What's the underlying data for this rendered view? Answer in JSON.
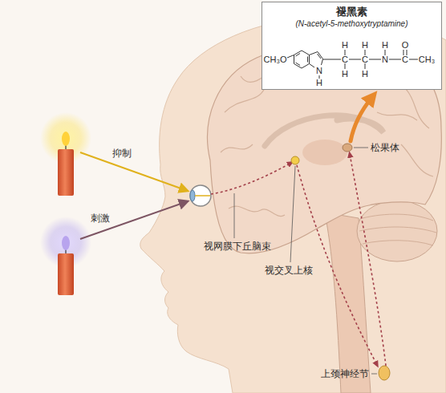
{
  "diagram": {
    "nodes": [
      {
        "text": [
          "褪黑素",
          "(N-acetyl-5-methoxytryptamine)"
        ]
      }
    ],
    "labels": [
      "抑制",
      "刺激",
      "视网膜下丘脑束",
      "视交叉上核",
      "松果体",
      "上颈神经节",
      "CH₃O",
      "N",
      "H",
      "C",
      "C",
      "N",
      "C",
      "CH₃",
      "H",
      "H",
      "H",
      "O",
      "H",
      "H"
    ]
  }
}
